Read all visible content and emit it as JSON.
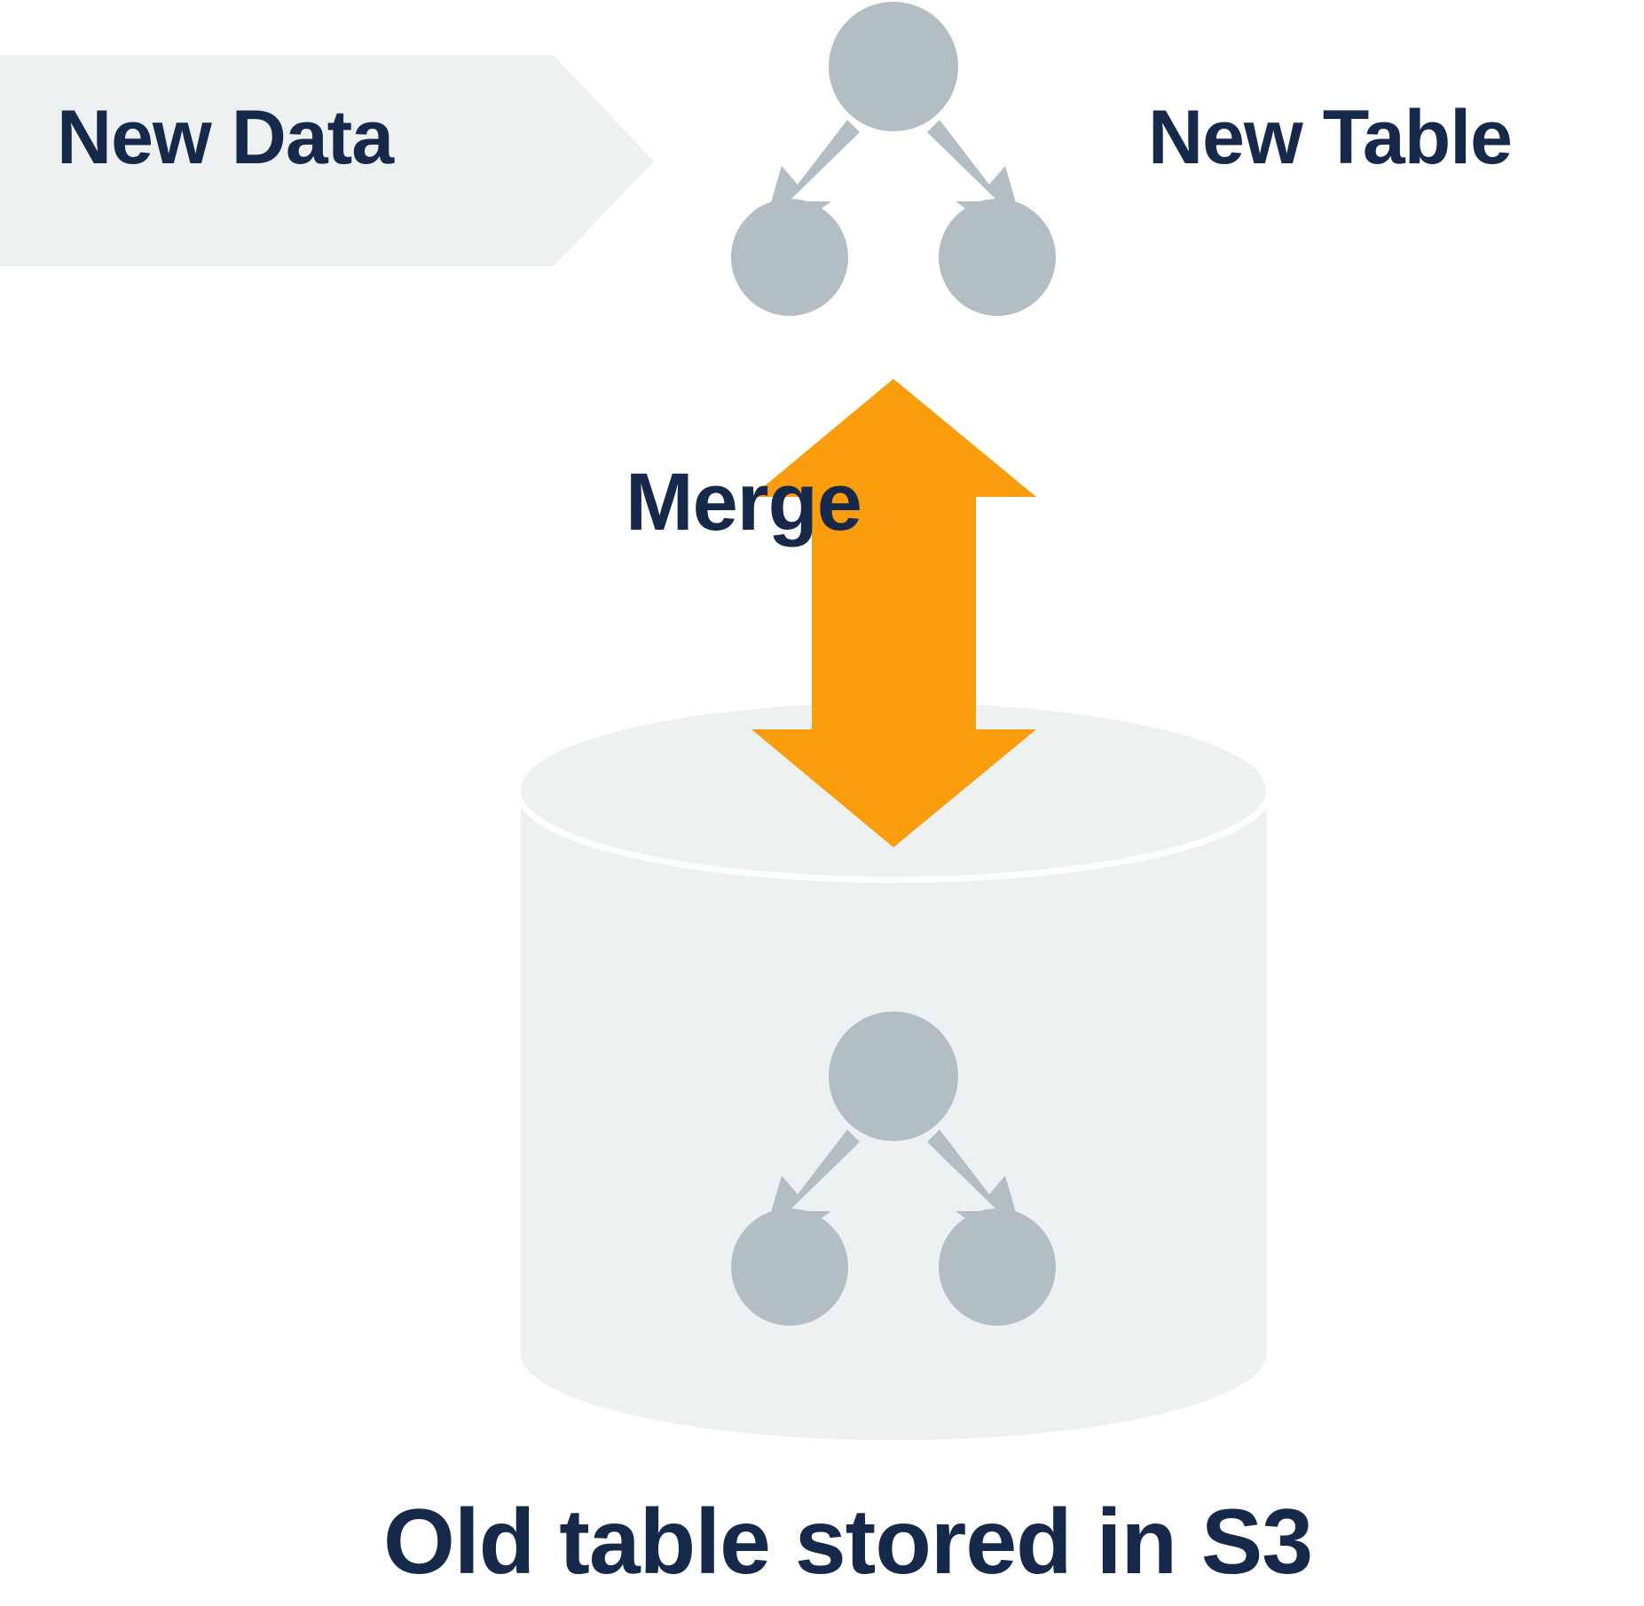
{
  "diagram": {
    "title": "Table merge into S3-stored table",
    "type": "flow-diagram",
    "colors": {
      "banner_fill": "#eef1f2",
      "text_navy": "#16294a",
      "node_gray": "#b3bdc4",
      "arrow_orange": "#f99d0c",
      "cylinder_fill": "#edf1f2",
      "cylinder_highlight": "#ffffff",
      "background": "#ffffff"
    },
    "banner": {
      "label": "New Data",
      "shape": "right-pointing-chevron-banner"
    },
    "new_table": {
      "label": "New Table",
      "tree_icon": {
        "name": "tree-graph-icon",
        "nodes": 3,
        "edges": 2,
        "description": "one root node with two child nodes connected by arrows"
      }
    },
    "merge_arrow": {
      "label": "Merge",
      "direction": "bidirectional-vertical",
      "icon": "double-headed-arrow-icon"
    },
    "storage": {
      "caption": "Old table stored in S3",
      "shape": "cylinder-database-icon",
      "tree_icon": {
        "name": "tree-graph-icon",
        "nodes": 3,
        "edges": 2,
        "description": "one root node with two child nodes connected by arrows"
      }
    }
  }
}
